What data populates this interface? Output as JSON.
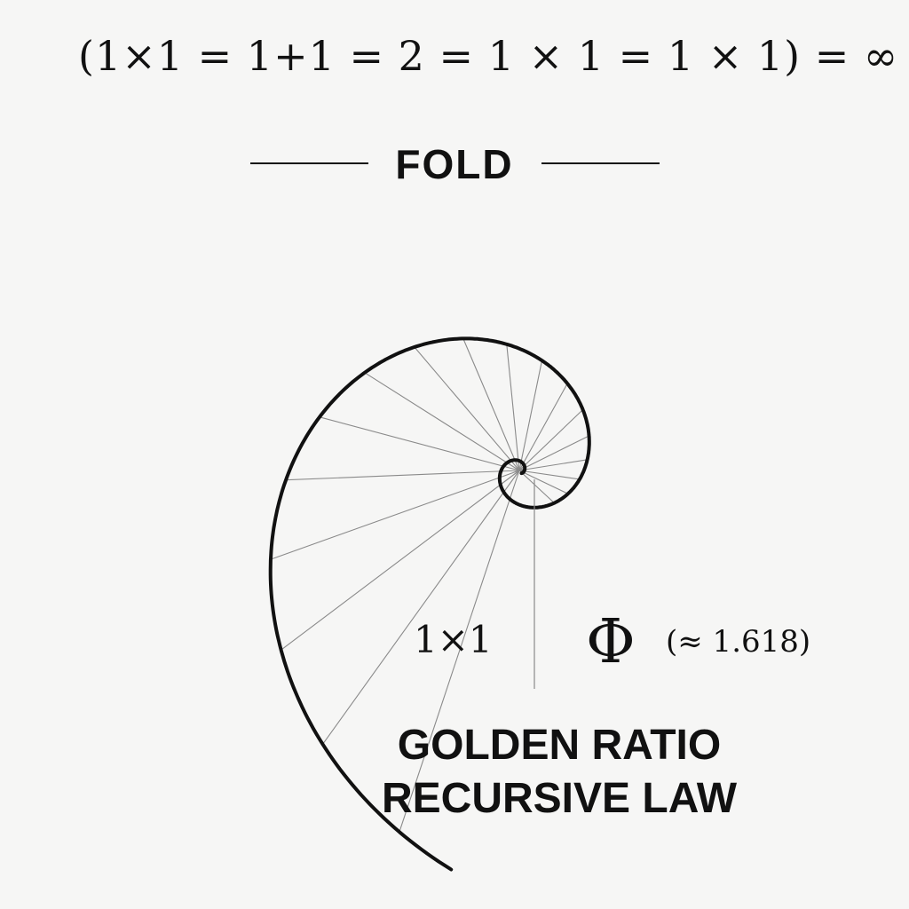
{
  "equation": "(1×1 = 1+1 = 2 = 1 × 1 = 1 × 1) = ∞",
  "fold_title": "FOLD",
  "unit_label": "1×1",
  "phi": {
    "symbol": "Φ",
    "approximation": "(≈ 1.618)"
  },
  "caption": {
    "line1": "GOLDEN RATIO",
    "line2": "RECURSIVE LAW"
  },
  "colors": {
    "background": "#f6f6f5",
    "ink": "#111111",
    "ray": "#8a8a8a"
  }
}
